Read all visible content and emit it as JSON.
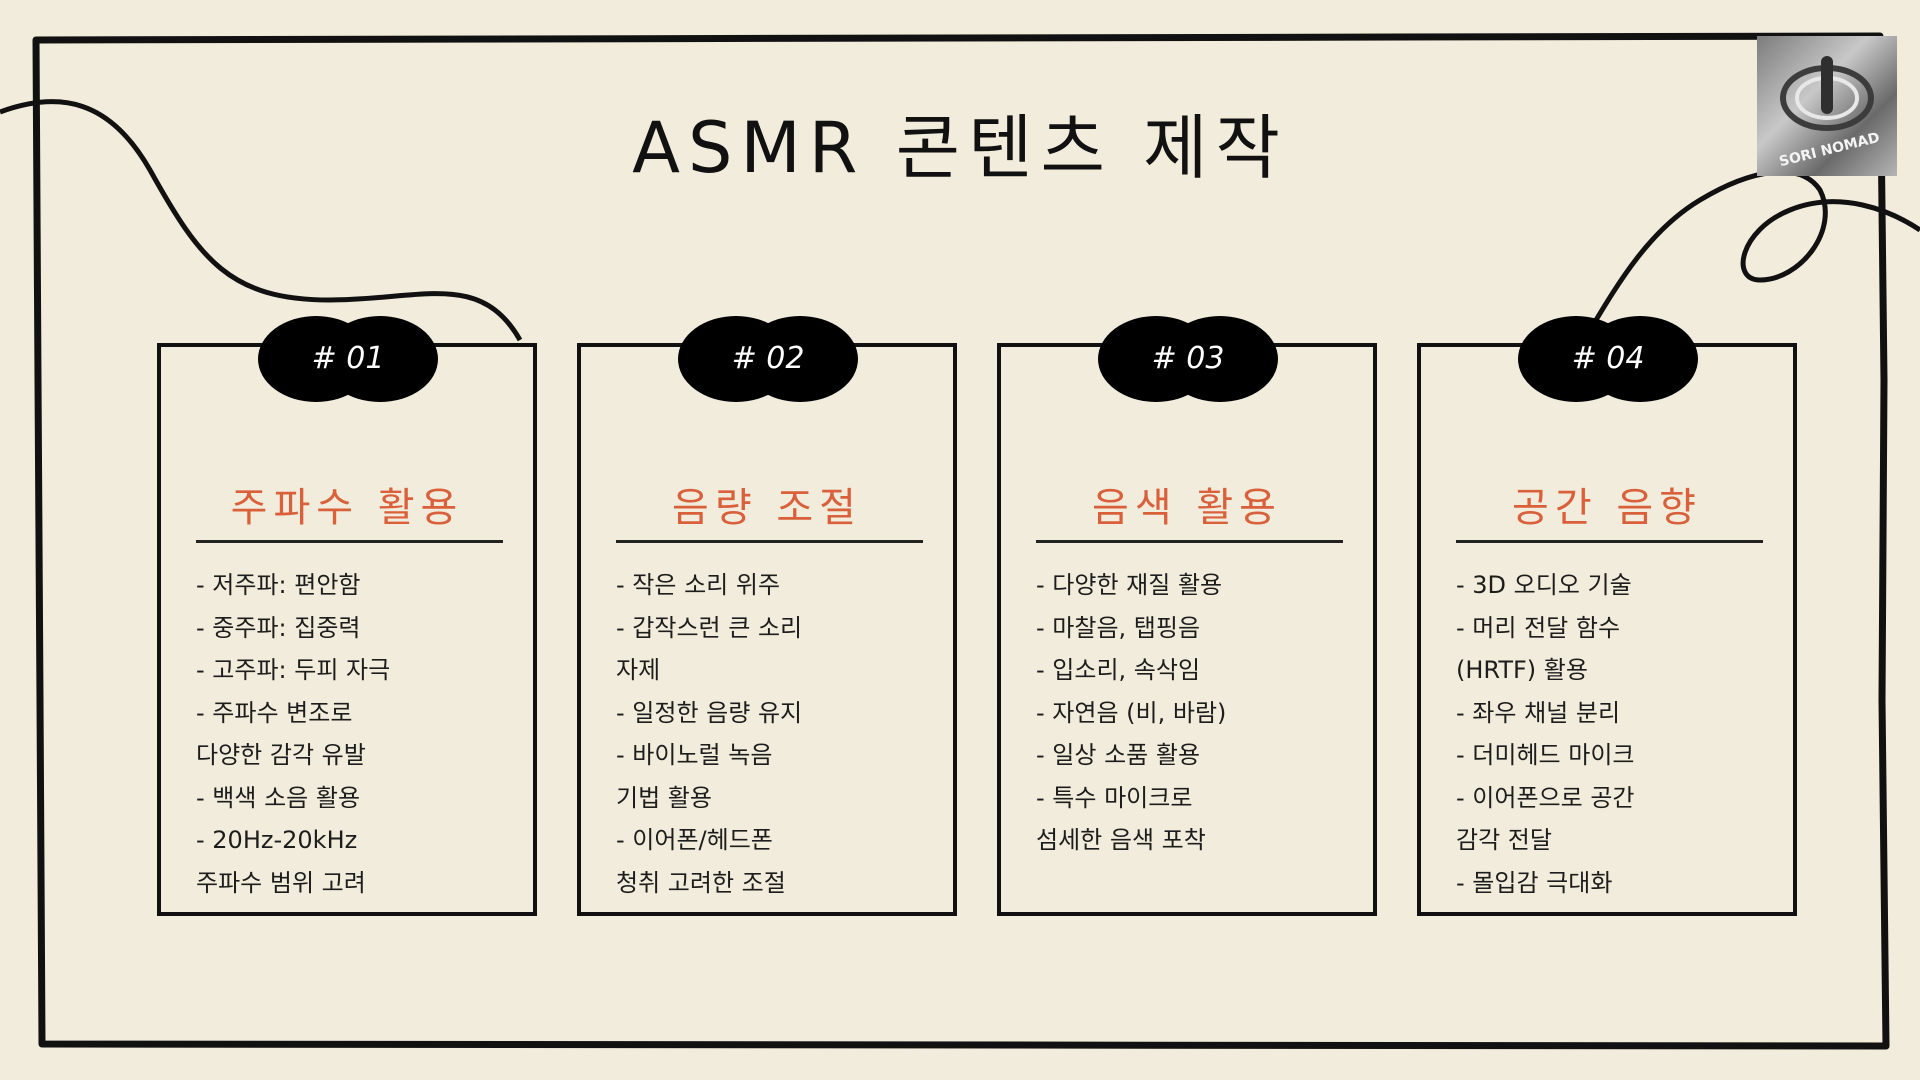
{
  "title": "ASMR 콘텐츠 제작",
  "logo": {
    "text": "SORI NOMAD"
  },
  "colors": {
    "background": "#f1ecdb",
    "accent": "#d9603b",
    "ink": "#111111"
  },
  "cards": [
    {
      "badge": "# 01",
      "title": "주파수 활용",
      "lines": [
        "- 저주파: 편안함",
        "- 중주파: 집중력",
        "- 고주파: 두피 자극",
        "- 주파수 변조로",
        "다양한 감각 유발",
        "- 백색 소음 활용",
        "- 20Hz-20kHz",
        "주파수 범위 고려"
      ]
    },
    {
      "badge": "# 02",
      "title": "음량 조절",
      "lines": [
        "- 작은 소리 위주",
        "- 갑작스런 큰 소리",
        "자제",
        "- 일정한 음량 유지",
        "- 바이노럴 녹음",
        "기법 활용",
        "- 이어폰/헤드폰",
        "청취 고려한 조절"
      ]
    },
    {
      "badge": "# 03",
      "title": "음색 활용",
      "lines": [
        "- 다양한 재질 활용",
        "- 마찰음, 탭핑음",
        "- 입소리, 속삭임",
        "- 자연음 (비, 바람)",
        "- 일상 소품 활용",
        "- 특수 마이크로",
        "섬세한 음색 포착"
      ]
    },
    {
      "badge": "# 04",
      "title": "공간 음향",
      "lines": [
        "- 3D 오디오 기술",
        "- 머리 전달 함수",
        "(HRTF) 활용",
        "- 좌우 채널 분리",
        "- 더미헤드 마이크",
        "- 이어폰으로 공간",
        "감각 전달",
        "- 몰입감 극대화"
      ]
    }
  ]
}
